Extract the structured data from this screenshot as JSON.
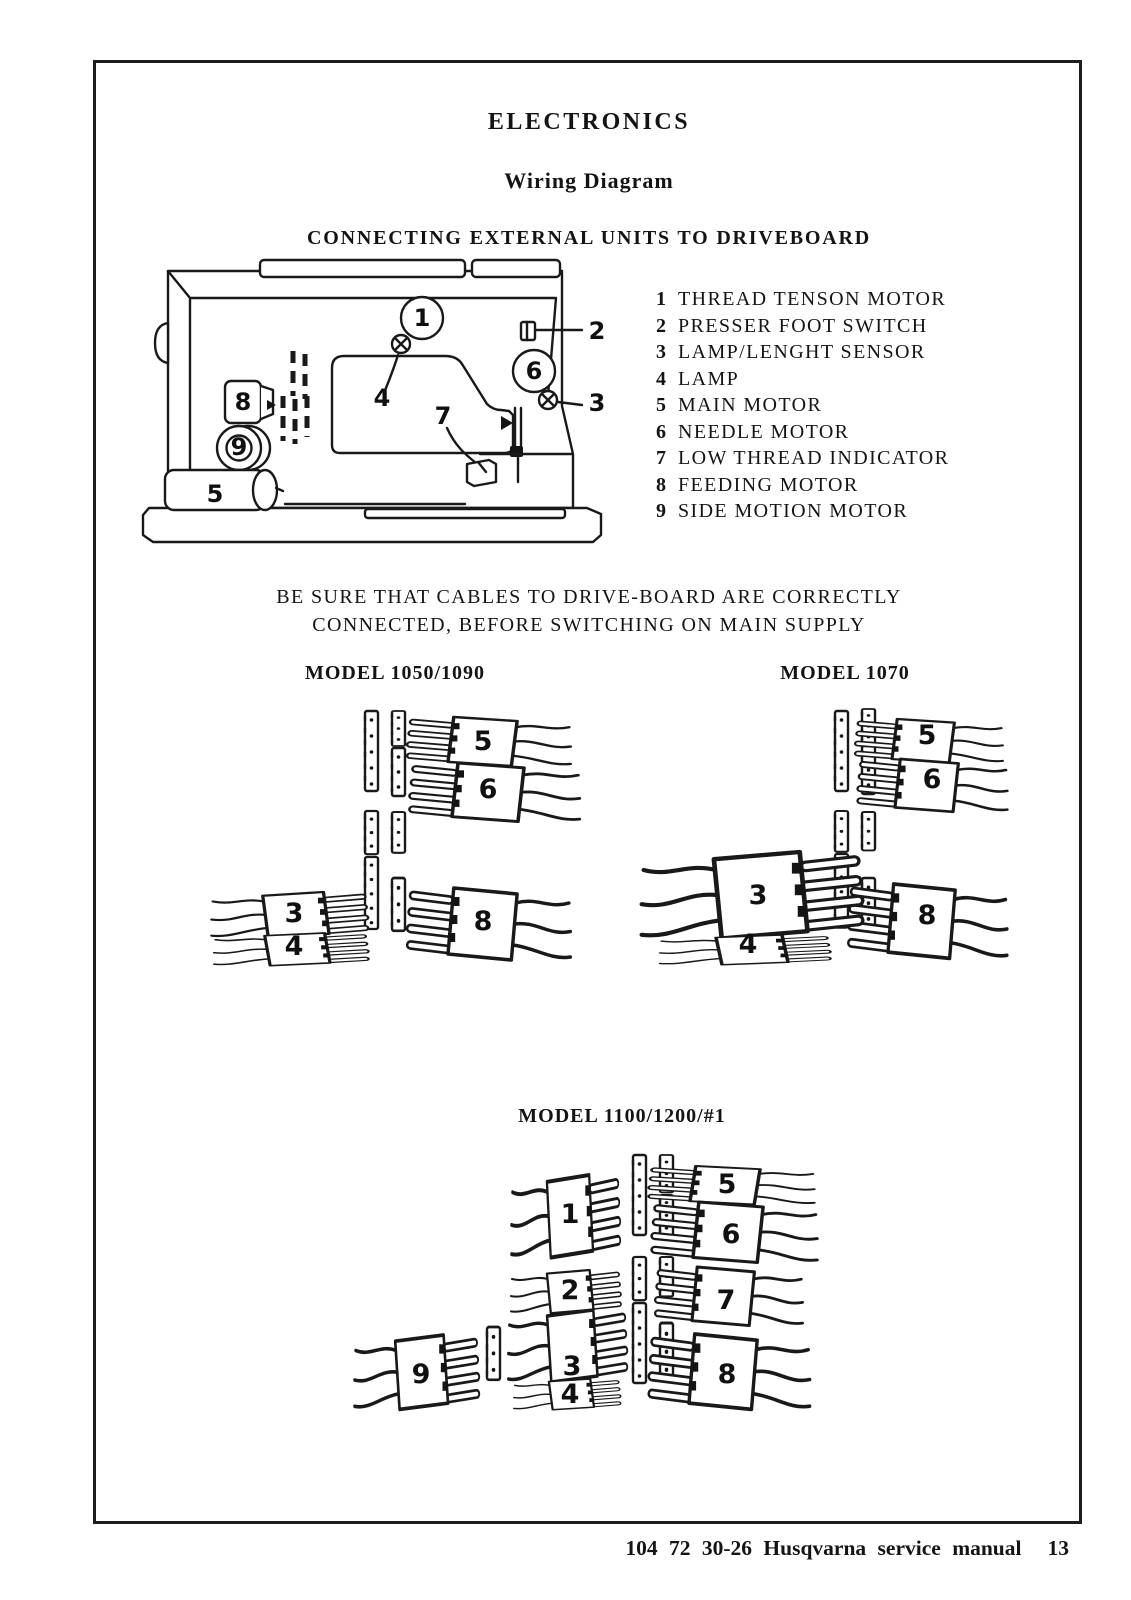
{
  "header": {
    "title": "ELECTRONICS",
    "subtitle": "Wiring Diagram",
    "section": "CONNECTING EXTERNAL UNITS TO DRIVEBOARD"
  },
  "figure": {
    "callouts": {
      "c1": "1",
      "c2": "2",
      "c3": "3",
      "c4": "4",
      "c5": "5",
      "c6": "6",
      "c7": "7",
      "c8": "8",
      "c9": "9"
    }
  },
  "legend": {
    "items": [
      {
        "num": "1",
        "label": "THREAD TENSON MOTOR"
      },
      {
        "num": "2",
        "label": "PRESSER FOOT SWITCH"
      },
      {
        "num": "3",
        "label": "LAMP/LENGHT SENSOR"
      },
      {
        "num": "4",
        "label": "LAMP"
      },
      {
        "num": "5",
        "label": "MAIN MOTOR"
      },
      {
        "num": "6",
        "label": "NEEDLE MOTOR"
      },
      {
        "num": "7",
        "label": "LOW THREAD INDICATOR"
      },
      {
        "num": "8",
        "label": "FEEDING MOTOR"
      },
      {
        "num": "9",
        "label": "SIDE MOTION MOTOR"
      }
    ]
  },
  "warning": {
    "line1": "BE SURE THAT CABLES TO DRIVE-BOARD ARE CORRECTLY",
    "line2": "CONNECTED, BEFORE SWITCHING ON MAIN SUPPLY"
  },
  "models": {
    "m1050": {
      "title": "MODEL 1050/1090",
      "plugs": {
        "p3": "3",
        "p4": "4",
        "p5": "5",
        "p6": "6",
        "p8": "8"
      }
    },
    "m1070": {
      "title": "MODEL 1070",
      "plugs": {
        "p3": "3",
        "p4": "4",
        "p5": "5",
        "p6": "6",
        "p8": "8"
      }
    },
    "m1100": {
      "title": "MODEL 1100/1200/#1",
      "plugs": {
        "p1": "1",
        "p2": "2",
        "p3": "3",
        "p4": "4",
        "p5": "5",
        "p6": "6",
        "p7": "7",
        "p8": "8",
        "p9": "9"
      }
    }
  },
  "footer": {
    "text": "104 72 30-26 Husqvarna service manual",
    "page": "13"
  }
}
